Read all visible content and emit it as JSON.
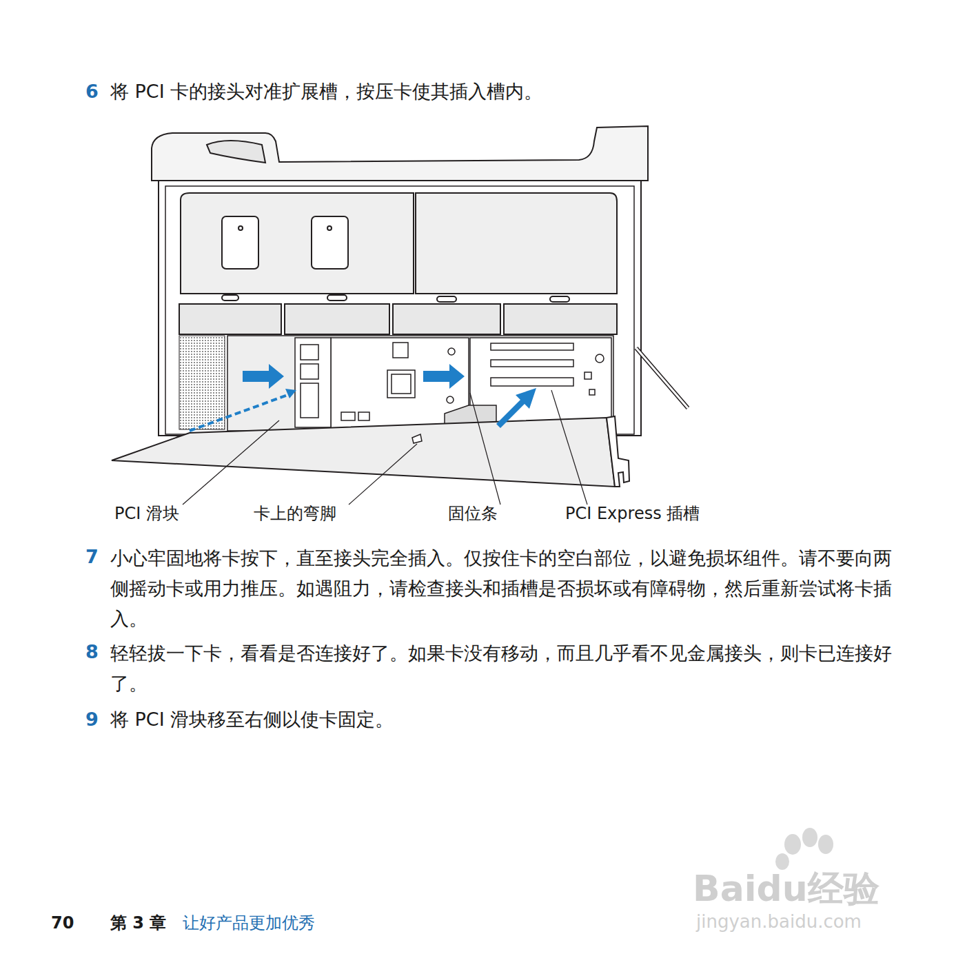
{
  "diagram": {
    "labels": [
      "6",
      "将 PCI 卡的接头对准扩展槽，按压卡使其插入槽内。",
      "PCI 滑块",
      "卡上的弯脚",
      "固位条",
      "PCI Express 插槽",
      "7",
      "小心牢固地将卡按下，直至接头完全插入。仅按住卡的空白部位，以避免损坏组件。请不要向两侧摇动卡或用力推压。如遇阻力，请检查接头和插槽是否损坏或有障碍物，然后重新尝试将卡插入。",
      "8",
      "轻轻拔一下卡，看看是否连接好了。如果卡没有移动，而且几乎看不见金属接头，则卡已连接好了。",
      "9",
      "将 PCI 滑块移至右侧以使卡固定。",
      "70",
      "第 3 章",
      "让好产品更加优秀",
      "Baidu经验",
      "jingyan.baidu.com"
    ]
  }
}
